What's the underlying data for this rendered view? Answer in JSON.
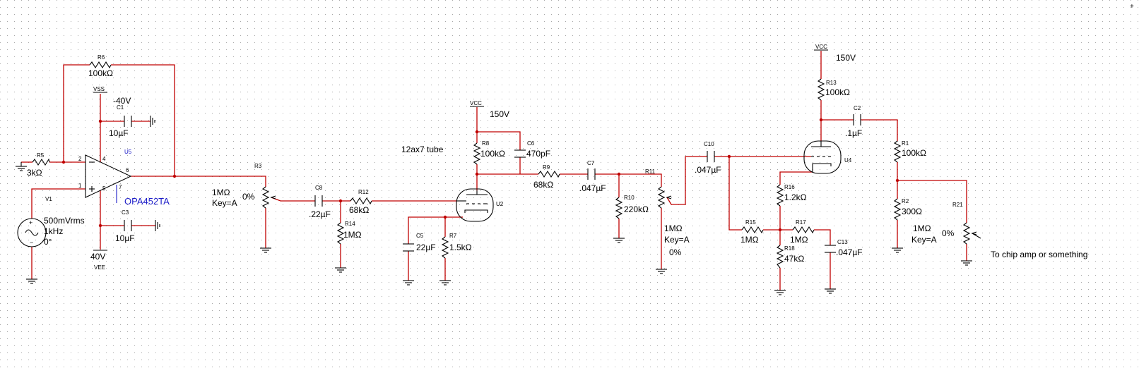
{
  "colors": {
    "wire": "#c00000",
    "component": "#000000",
    "grid": "#a8a8a8",
    "opamp_label": "#1c1cc8",
    "background": "#ffffff"
  },
  "labels": {
    "R6_ref": "R6",
    "R6_val": "100kΩ",
    "VSS_ref": "VSS",
    "VSS_val": "-40V",
    "C1_ref": "C1",
    "C1_val": "10µF",
    "R5_ref": "R5",
    "R5_val": "3kΩ",
    "U5_ref": "U5",
    "U5_val": "OPA452TA",
    "pin2": "2",
    "pin3": "1",
    "pin4": "4",
    "pin6": "6",
    "pin5": "5",
    "pin7": "7",
    "V1_ref": "V1",
    "V1_val1": "500mVrms",
    "V1_val2": "1kHz",
    "V1_val3": "0°",
    "C3_ref": "C3",
    "C3_val": "10µF",
    "VEE_val": "40V",
    "VEE_ref": "VEE",
    "R3_ref": "R3",
    "R3_val": "1MΩ",
    "R3_key": "Key=A",
    "R3_pct": "0%",
    "C8_ref": "C8",
    "C8_val": ".22µF",
    "R12_ref": "R12",
    "R12_val": "68kΩ",
    "R14_ref": "R14",
    "R14_val": "1MΩ",
    "tube_note": "12ax7 tube",
    "VCC1_ref": "VCC",
    "VCC1_val": "150V",
    "R8_ref": "R8",
    "R8_val": "100kΩ",
    "C6_ref": "C6",
    "C6_val": "470pF",
    "R9_ref": "R9",
    "R9_val": "68kΩ",
    "C7_ref": "C7",
    "C7_val": ".047µF",
    "U2_ref": "U2",
    "C5_ref": "C5",
    "C5_val": "22µF",
    "R7_ref": "R7",
    "R7_val": "1.5kΩ",
    "R11_ref": "R11",
    "R11_val": "1MΩ",
    "R11_key": "Key=A",
    "R11_pct": "0%",
    "R10_ref": "R10",
    "R10_val": "220kΩ",
    "C10_ref": "C10",
    "C10_val": ".047µF",
    "VCC2_ref": "VCC",
    "VCC2_val": "150V",
    "R13_ref": "R13",
    "R13_val": "100kΩ",
    "C2_ref": "C2",
    "C2_val": ".1µF",
    "U4_ref": "U4",
    "R16_ref": "R16",
    "R16_val": "1.2kΩ",
    "R15_ref": "R15",
    "R15_val": "1MΩ",
    "R17_ref": "R17",
    "R17_val": "1MΩ",
    "R18_ref": "R18",
    "R18_val": "47kΩ",
    "C13_ref": "C13",
    "C13_val": ".047µF",
    "R1_ref": "R1",
    "R1_val": "100kΩ",
    "R2_ref": "R2",
    "R2_val": "300Ω",
    "R21_ref": "R21",
    "R21_val": "1MΩ",
    "R21_key": "Key=A",
    "R21_pct": "0%",
    "output_note": "To chip amp or something",
    "corner_mark": "+"
  }
}
